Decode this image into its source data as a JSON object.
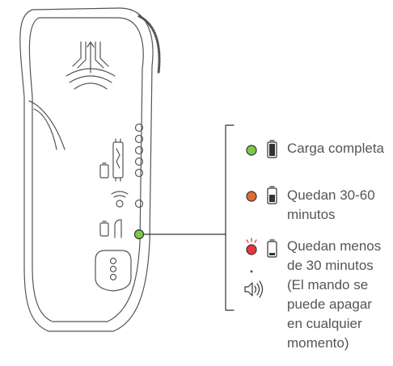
{
  "legend": {
    "full": {
      "label": "Carga completa",
      "dot_color": "#7cc84a",
      "icon": "battery-full-icon"
    },
    "mid": {
      "label_lines": [
        "Quedan 30-60",
        "minutos"
      ],
      "dot_color": "#e06a34",
      "icon": "battery-mid-icon"
    },
    "low": {
      "label_lines": [
        "Quedan menos",
        "de 30 minutos",
        "(El mando se",
        "puede apagar",
        "en cualquier",
        "momento)"
      ],
      "dot_color": "#e8353a",
      "icon": "battery-empty-icon",
      "extra_icons": [
        "blink-indicator-icon",
        "speaker-sound-icon"
      ]
    }
  },
  "controller": {
    "logo_icon": "brand-logo-icon",
    "indicator_led_color": "#7cc84a"
  }
}
